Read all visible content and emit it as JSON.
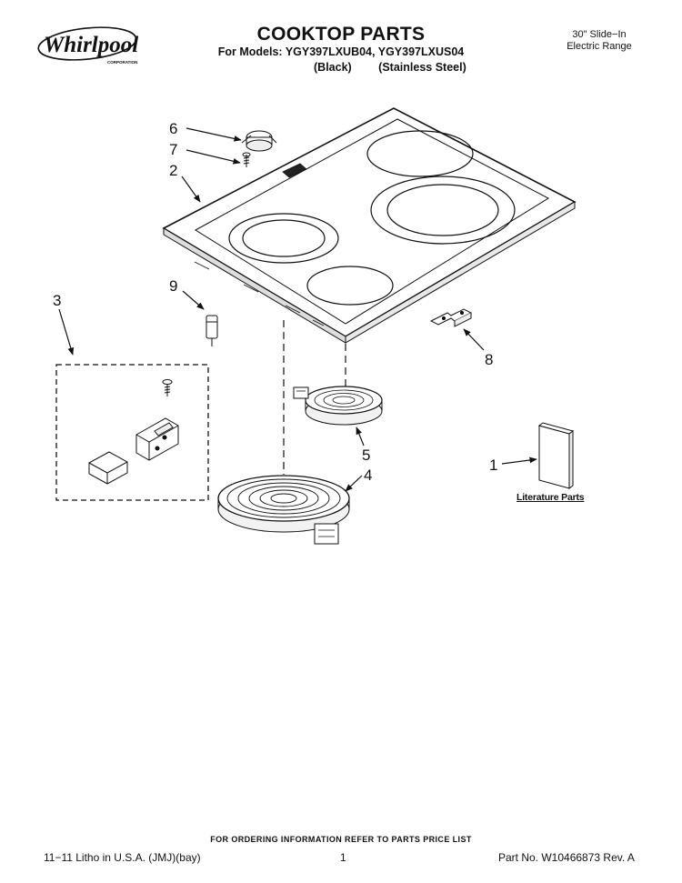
{
  "header": {
    "brand": "Whirlpool",
    "brand_sub": "CORPORATION",
    "title": "COOKTOP PARTS",
    "models_line": "For Models: YGY397LXUB04, YGY397LXUS04",
    "variant_black": "(Black)",
    "variant_stainless": "(Stainless Steel)",
    "range_type_line1": "30\" Slide−In",
    "range_type_line2": "Electric Range"
  },
  "callouts": {
    "c1": "1",
    "c2": "2",
    "c3": "3",
    "c4": "4",
    "c5": "5",
    "c6": "6",
    "c7": "7",
    "c8": "8",
    "c9": "9"
  },
  "literature_label": "Literature Parts",
  "footer": {
    "ordering_note": "FOR ORDERING INFORMATION REFER TO PARTS PRICE LIST",
    "litho": "11−11 Litho in U.S.A. (JMJ)(bay)",
    "page_number": "1",
    "part_number": "Part No. W10466873 Rev. A"
  }
}
